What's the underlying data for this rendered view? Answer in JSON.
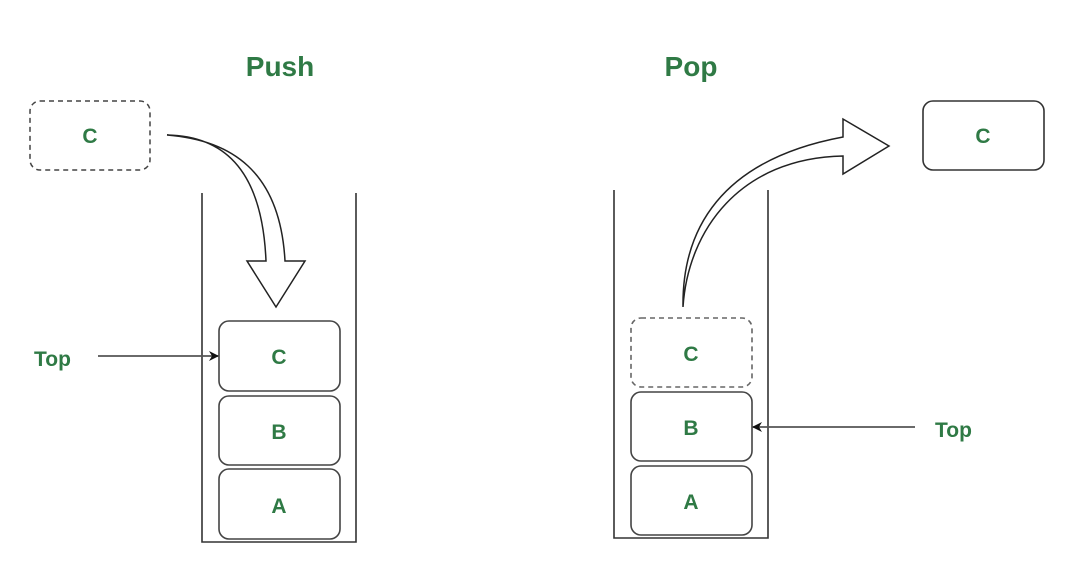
{
  "colors": {
    "text": "#2f7a45",
    "stroke": "#333333",
    "dashed_stroke": "#555555",
    "pointer": "#555555"
  },
  "push": {
    "title": "Push",
    "incoming": {
      "label": "C",
      "style": "dashed"
    },
    "stack": [
      {
        "label": "C",
        "style": "solid"
      },
      {
        "label": "B",
        "style": "solid"
      },
      {
        "label": "A",
        "style": "solid"
      }
    ],
    "top_label": "Top",
    "top_points_to": "C"
  },
  "pop": {
    "title": "Pop",
    "outgoing": {
      "label": "C",
      "style": "solid"
    },
    "stack": [
      {
        "label": "C",
        "style": "dashed"
      },
      {
        "label": "B",
        "style": "solid"
      },
      {
        "label": "A",
        "style": "solid"
      }
    ],
    "top_label": "Top",
    "top_points_to": "B"
  }
}
